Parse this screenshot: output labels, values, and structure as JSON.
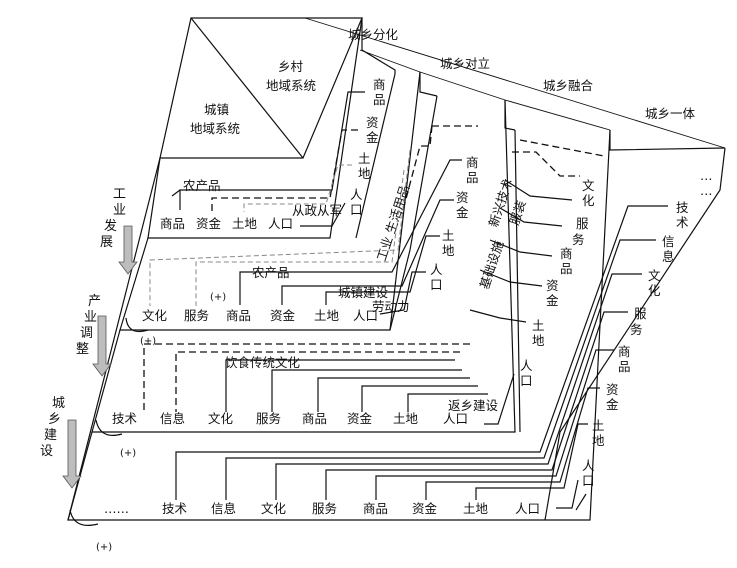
{
  "stages": {
    "s1": "城乡分化",
    "s2": "城乡对立",
    "s3": "城乡融合",
    "s4": "城乡一体"
  },
  "triangle": {
    "rural": [
      "乡村",
      "地域系统"
    ],
    "urban": [
      "城镇",
      "地域系统"
    ]
  },
  "processes": {
    "p1": "工业发展",
    "p2": "产业调整",
    "p3": "城乡建设"
  },
  "level1": {
    "bottom": [
      "商品",
      "资金",
      "土地",
      "人口"
    ],
    "side": [
      "商品",
      "资金",
      "土地",
      "人口"
    ],
    "notes": {
      "agri": "农产品",
      "official": "从政从军"
    }
  },
  "level2": {
    "bottom": [
      "文化",
      "服务",
      "商品",
      "资金",
      "土地",
      "人口"
    ],
    "side": [
      "商品",
      "资金",
      "土地",
      "人口"
    ],
    "notes": {
      "agri": "农产品",
      "build": "城镇建设",
      "labor": "劳动力",
      "industry": "工业 生活用品"
    }
  },
  "level3": {
    "bottom": [
      "技术",
      "信息",
      "文化",
      "服务",
      "商品",
      "资金",
      "土地",
      "人口"
    ],
    "side": [
      "文化",
      "服务",
      "商品",
      "资金",
      "土地",
      "人口"
    ],
    "notes": {
      "food": "饮食传统文化",
      "return": "返乡建设",
      "infra": "基础设施",
      "newtech": "新兴技术",
      "cloth": "服装"
    }
  },
  "level4": {
    "bottom": [
      "……",
      "技术",
      "信息",
      "文化",
      "服务",
      "商品",
      "资金",
      "土地",
      "人口"
    ],
    "side": [
      "…",
      "…",
      "技术",
      "信息",
      "文化",
      "服务",
      "商品",
      "资金",
      "土地",
      "人口"
    ]
  },
  "plus": "(+)"
}
